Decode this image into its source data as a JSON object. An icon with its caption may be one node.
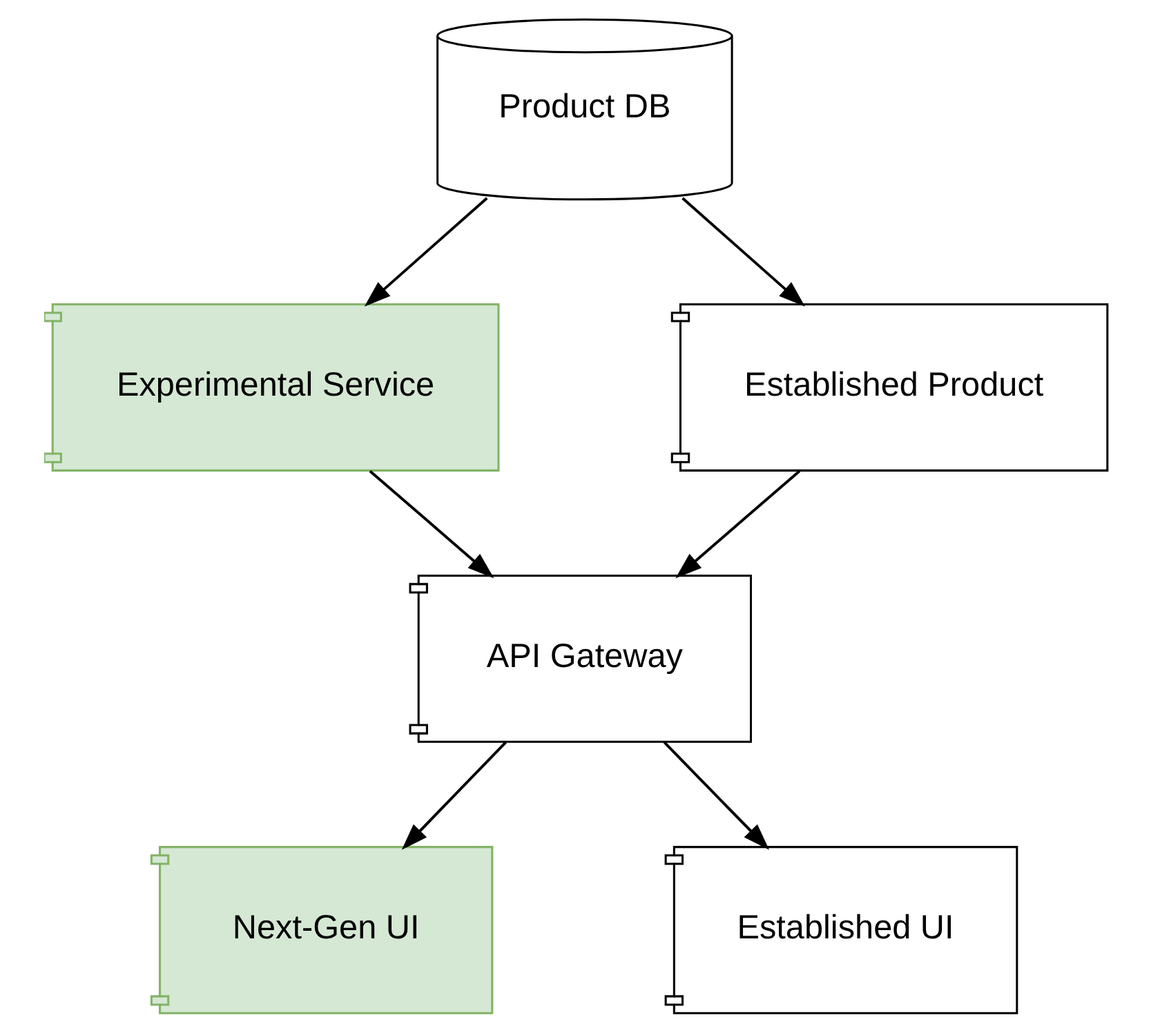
{
  "diagram": {
    "nodes": [
      {
        "text": [
          "Product DB"
        ]
      },
      {
        "text": [
          "Experimental Service"
        ]
      },
      {
        "text": [
          "Established Product"
        ]
      },
      {
        "text": [
          "API Gateway"
        ]
      },
      {
        "text": [
          "Next-Gen UI"
        ]
      },
      {
        "text": [
          "Established UI"
        ]
      }
    ],
    "edges": [
      {
        "from": 0,
        "to": 1,
        "arrow": "to"
      },
      {
        "from": 0,
        "to": 2,
        "arrow": "to"
      },
      {
        "from": 1,
        "to": 3,
        "arrow": "to"
      },
      {
        "from": 2,
        "to": 3,
        "arrow": "to"
      },
      {
        "from": 3,
        "to": 4,
        "arrow": "to"
      },
      {
        "from": 3,
        "to": 5,
        "arrow": "to"
      }
    ]
  }
}
